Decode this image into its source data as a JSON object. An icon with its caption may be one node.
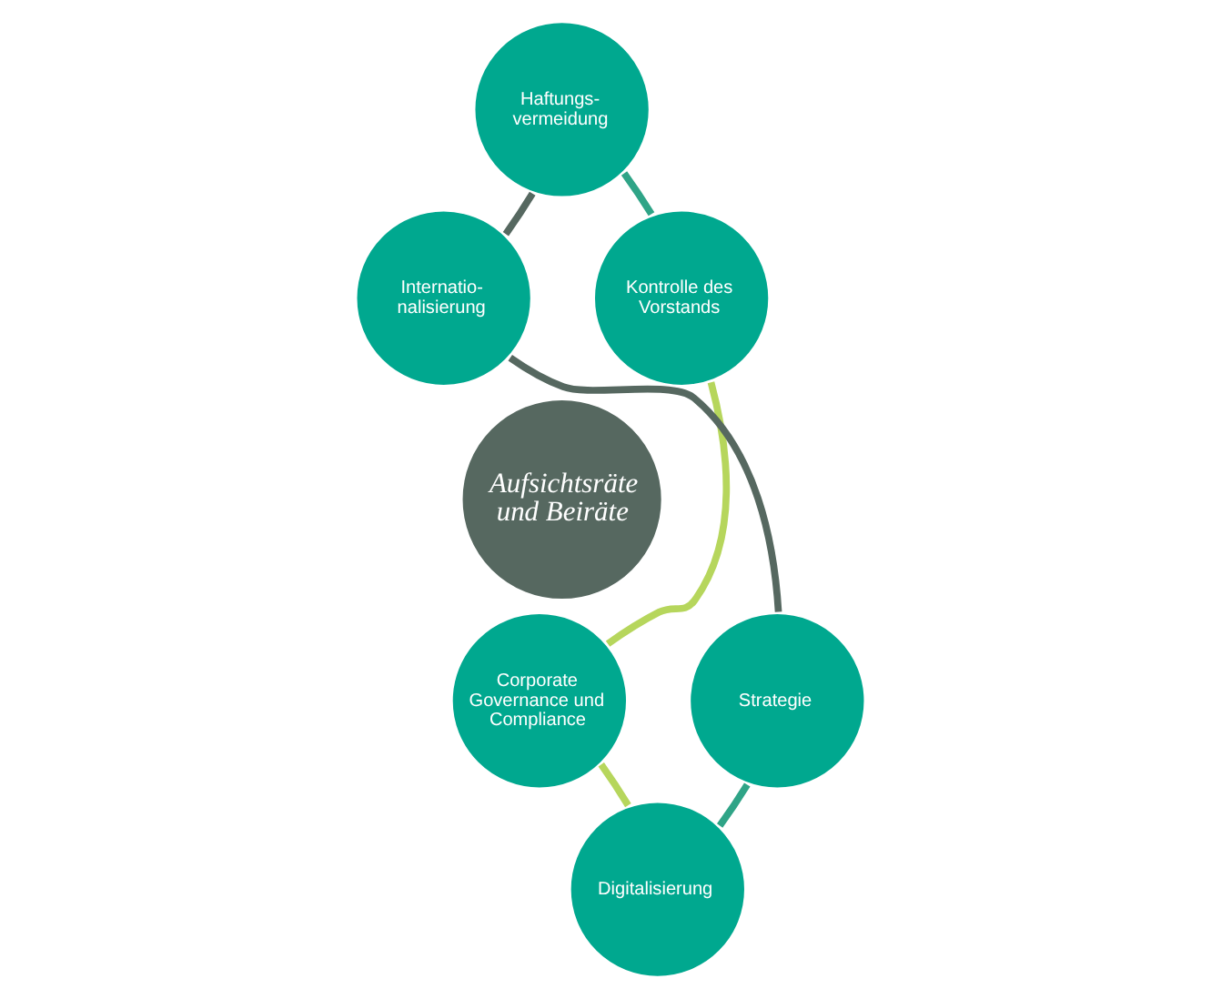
{
  "diagram": {
    "nodes": [
      {
        "text": [
          "Haftungs- vermeidung"
        ]
      },
      {
        "text": [
          "Internatio- nalisierung"
        ]
      },
      {
        "text": [
          "Kontrolle des Vorstands"
        ]
      },
      {
        "text": [
          "Aufsichtsräte und Beiräte"
        ]
      },
      {
        "text": [
          "Corporate Governance und Compliance"
        ]
      },
      {
        "text": [
          "Strategie"
        ]
      },
      {
        "text": [
          "Digitalisierung"
        ]
      }
    ],
    "edges": [
      {
        "from": 0,
        "to": 2,
        "arrow": "none",
        "color": "#2fa487"
      },
      {
        "from": 2,
        "to": 4,
        "arrow": "none",
        "color": "#b6d65c"
      },
      {
        "from": 4,
        "to": 6,
        "arrow": "none",
        "color": "#b6d65c"
      },
      {
        "from": 6,
        "to": 5,
        "arrow": "none",
        "color": "#2fa487"
      },
      {
        "from": 5,
        "to": 1,
        "arrow": "none",
        "color": "#566860"
      },
      {
        "from": 1,
        "to": 0,
        "arrow": "none",
        "color": "#566860"
      }
    ]
  }
}
